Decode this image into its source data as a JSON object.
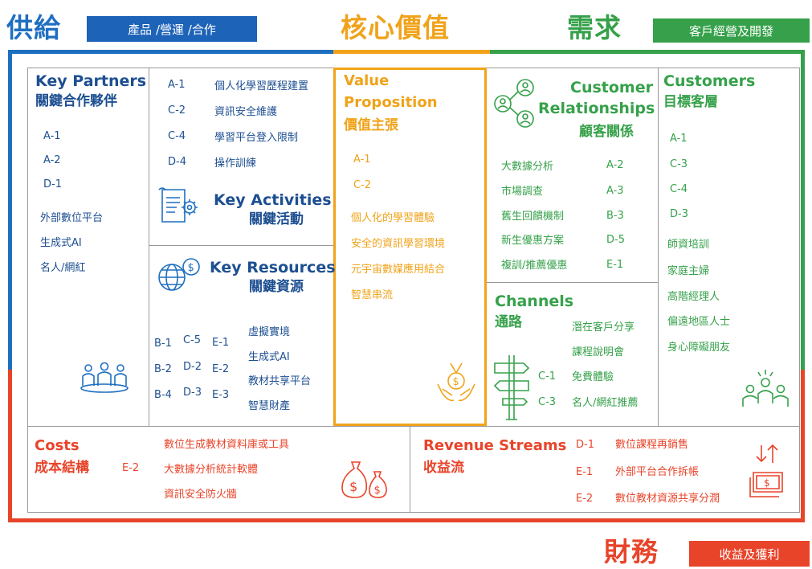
{
  "header": {
    "supply_title": "供給",
    "supply_tag": "產品 /營運 /合作",
    "value_title": "核心價值",
    "demand_title": "需求",
    "demand_tag": "客戶經營及開發"
  },
  "footer": {
    "finance_title": "財務",
    "finance_tag": "收益及獲利"
  },
  "key_partners": {
    "title_en": "Key Partners",
    "title_zh": "關鍵合作夥伴",
    "codes": [
      "A-1",
      "A-2",
      "D-1"
    ],
    "items": [
      "外部數位平台",
      "生成式AI",
      "名人/網紅"
    ]
  },
  "key_activities": {
    "rows": [
      {
        "code": "A-1",
        "text": "個人化學習歷程建置"
      },
      {
        "code": "C-2",
        "text": "資訊安全維護"
      },
      {
        "code": "C-4",
        "text": "學習平台登入限制"
      },
      {
        "code": "D-4",
        "text": "操作訓練"
      }
    ],
    "title_en": "Key Activities",
    "title_zh": "關鍵活動"
  },
  "key_resources": {
    "title_en": "Key Resources",
    "title_zh": "關鍵資源",
    "code_rows": [
      [
        "B-1",
        "C-5",
        "E-1"
      ],
      [
        "B-2",
        "D-2",
        "E-2"
      ],
      [
        "B-4",
        "D-3",
        "E-3"
      ]
    ],
    "items": [
      "虛擬實境",
      "生成式AI",
      "教材共享平台",
      "智慧財產"
    ]
  },
  "value_proposition": {
    "title_en_1": "Value",
    "title_en_2": "Proposition",
    "title_zh": "價值主張",
    "codes": [
      "A-1",
      "C-2"
    ],
    "items": [
      "個人化的學習體驗",
      "安全的資訊學習環境",
      "元宇宙數媒應用結合",
      "智慧串流"
    ]
  },
  "customer_relationships": {
    "title_en_1": "Customer",
    "title_en_2": "Relationships",
    "title_zh": "顧客關係",
    "rows": [
      {
        "text": "大數據分析",
        "code": "A-2"
      },
      {
        "text": "市場調查",
        "code": "A-3"
      },
      {
        "text": "舊生回饋機制",
        "code": "B-3"
      },
      {
        "text": "新生優惠方案",
        "code": "D-5"
      },
      {
        "text": "複訓/推薦優惠",
        "code": "E-1"
      }
    ]
  },
  "channels": {
    "title_en": "Channels",
    "title_zh": "通路",
    "rows": [
      {
        "code": "",
        "text": "潛在客戶分享"
      },
      {
        "code": "",
        "text": "課程說明會"
      },
      {
        "code": "C-1",
        "text": "免費體驗"
      },
      {
        "code": "C-3",
        "text": "名人/網紅推薦"
      }
    ]
  },
  "customers": {
    "title_en": "Customers",
    "title_zh": "目標客層",
    "codes": [
      "A-1",
      "C-3",
      "C-4",
      "D-3"
    ],
    "items": [
      "師資培訓",
      "家庭主婦",
      "高階經理人",
      "偏遠地區人士",
      "身心障礙朋友"
    ]
  },
  "costs": {
    "title_en": "Costs",
    "title_zh": "成本結構",
    "code": "E-2",
    "items": [
      "數位生成教材資料庫或工具",
      "大數據分析統計軟體",
      "資訊安全防火牆"
    ]
  },
  "revenue": {
    "title_en": "Revenue Streams",
    "title_zh": "收益流",
    "rows": [
      {
        "code": "D-1",
        "text": "數位課程再銷售"
      },
      {
        "code": "E-1",
        "text": "外部平台合作拆帳"
      },
      {
        "code": "E-2",
        "text": "數位教材資源共享分潤"
      }
    ]
  },
  "colors": {
    "blue": "#1f6fc1",
    "orange": "#f0a31a",
    "green": "#36a14a",
    "red": "#e8442a"
  }
}
